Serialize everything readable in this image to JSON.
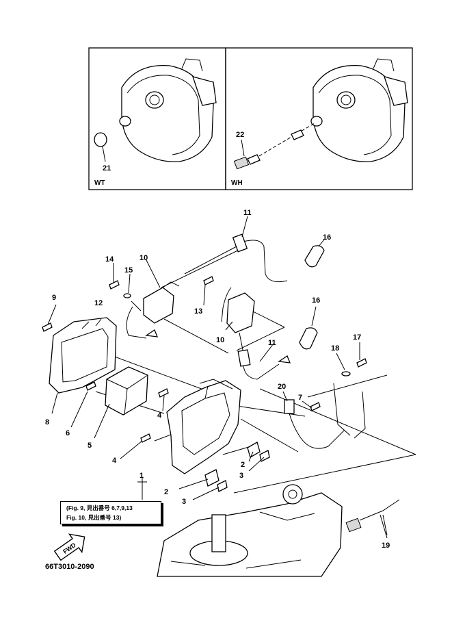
{
  "insets": {
    "left": {
      "label": "WT",
      "callouts": [
        "21"
      ]
    },
    "right": {
      "label": "WH",
      "callouts": [
        "22"
      ]
    }
  },
  "callouts": {
    "c1": "1",
    "c2a": "2",
    "c2b": "2",
    "c3a": "3",
    "c3b": "3",
    "c4a": "4",
    "c4b": "4",
    "c5": "5",
    "c6": "6",
    "c7": "7",
    "c8": "8",
    "c9": "9",
    "c10a": "10",
    "c10b": "10",
    "c11a": "11",
    "c11b": "11",
    "c12": "12",
    "c13": "13",
    "c14": "14",
    "c15": "15",
    "c16a": "16",
    "c16b": "16",
    "c17": "17",
    "c18": "18",
    "c19": "19",
    "c20": "20",
    "c21": "21",
    "c22": "22"
  },
  "note": {
    "line1": "(Fig. 9, 見出番号 6,7,9,13",
    "line2": "Fig. 10, 見出番号 13)"
  },
  "fwd_label": "FWD",
  "drawing_code": "66T3010-2090"
}
